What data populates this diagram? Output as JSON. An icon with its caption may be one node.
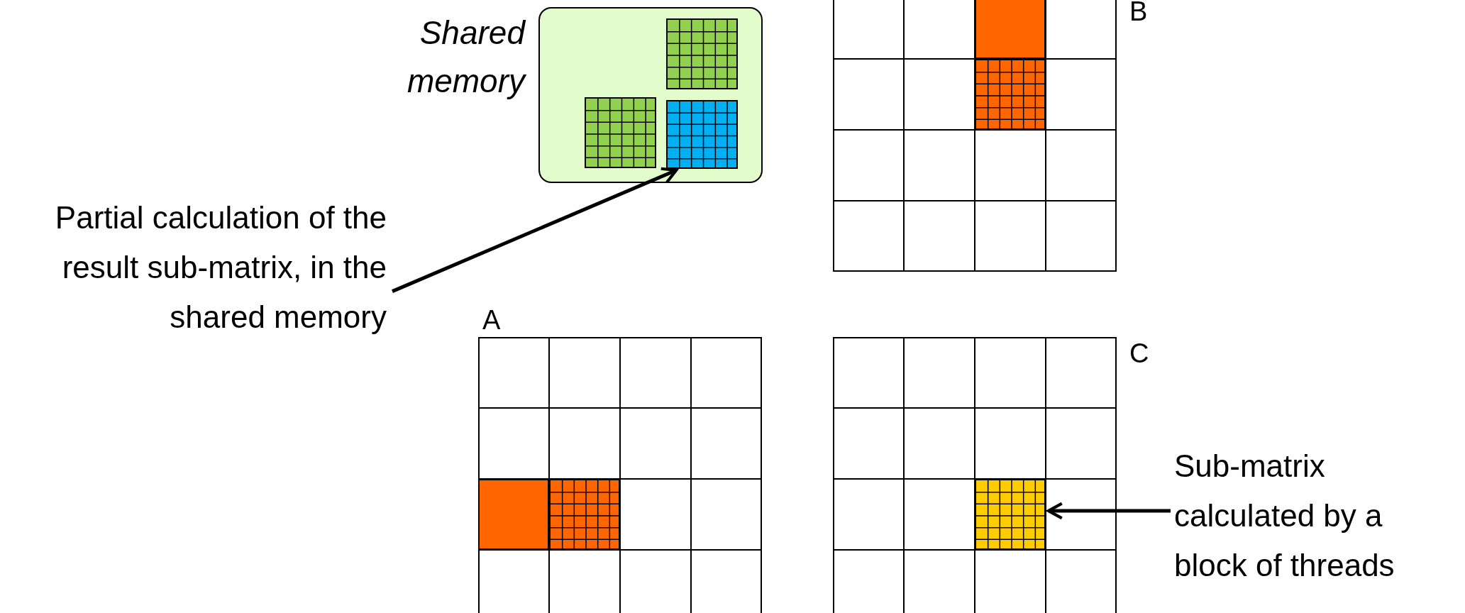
{
  "diagram": {
    "nodes": [
      {
        "text": [
          "Shared memory"
        ]
      },
      {
        "text": [],
        "shape": "box",
        "in": 0
      },
      {
        "text": [],
        "shape": "box",
        "in": 0
      },
      {
        "text": [],
        "shape": "box",
        "in": 0
      },
      {
        "text": [
          "B"
        ]
      },
      {
        "text": [],
        "shape": "box",
        "in": 4
      },
      {
        "text": [],
        "shape": "box",
        "in": 4
      },
      {
        "text": [
          "Partial calculation of the result sub-matrix, in the shared memory"
        ]
      },
      {
        "text": [
          "A"
        ]
      },
      {
        "text": [],
        "shape": "box",
        "in": 8
      },
      {
        "text": [],
        "shape": "box",
        "in": 8
      },
      {
        "text": [
          "C"
        ]
      },
      {
        "text": [],
        "shape": "box",
        "in": 11
      },
      {
        "text": [
          "Sub-matrix calculated by a block of threads"
        ]
      }
    ],
    "edges": [
      {
        "from": 7,
        "to": 3,
        "arrow": "to"
      },
      {
        "from": 13,
        "to": 12,
        "arrow": "to"
      }
    ]
  }
}
